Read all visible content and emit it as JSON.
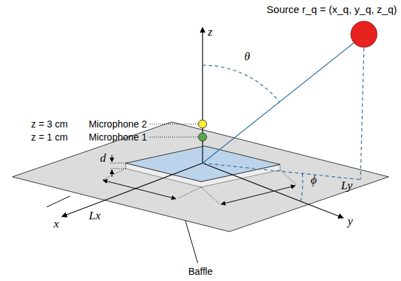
{
  "diagram": {
    "nodes": [
      {
        "text": [
          "Source r_q = (x_q, y_q, z_q)"
        ]
      }
    ],
    "labels": [
      "z",
      "θ",
      "z = 3 cm",
      "Microphone 2",
      "z = 1 cm",
      "Microphone 1",
      "d",
      "x",
      "Lx",
      "y",
      "Ly",
      "ϕ",
      "Baffle"
    ]
  }
}
